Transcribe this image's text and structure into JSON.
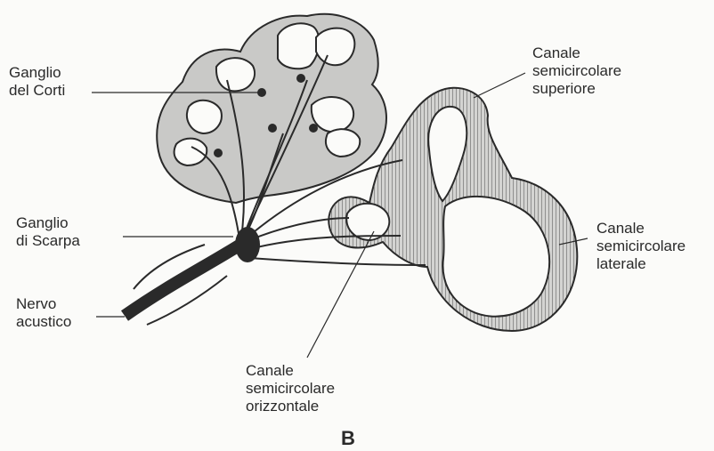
{
  "labels": {
    "ganglio_corti": "Ganglio\ndel Corti",
    "ganglio_scarpa": "Ganglio\ndi Scarpa",
    "nervo_acustico": "Nervo\nacustico",
    "canale_superiore": "Canale\nsemicircolare\nsuperiore",
    "canale_laterale": "Canale\nsemicircolare\nlaterale",
    "canale_orizzontale": "Canale\nsemicircolare\norizzontale"
  },
  "panel_letter": "B",
  "colors": {
    "ink": "#2a2a2a",
    "cochlea_fill": "#c9c9c7",
    "canal_fill": "#d4d4d2",
    "background": "#fbfbf9"
  }
}
